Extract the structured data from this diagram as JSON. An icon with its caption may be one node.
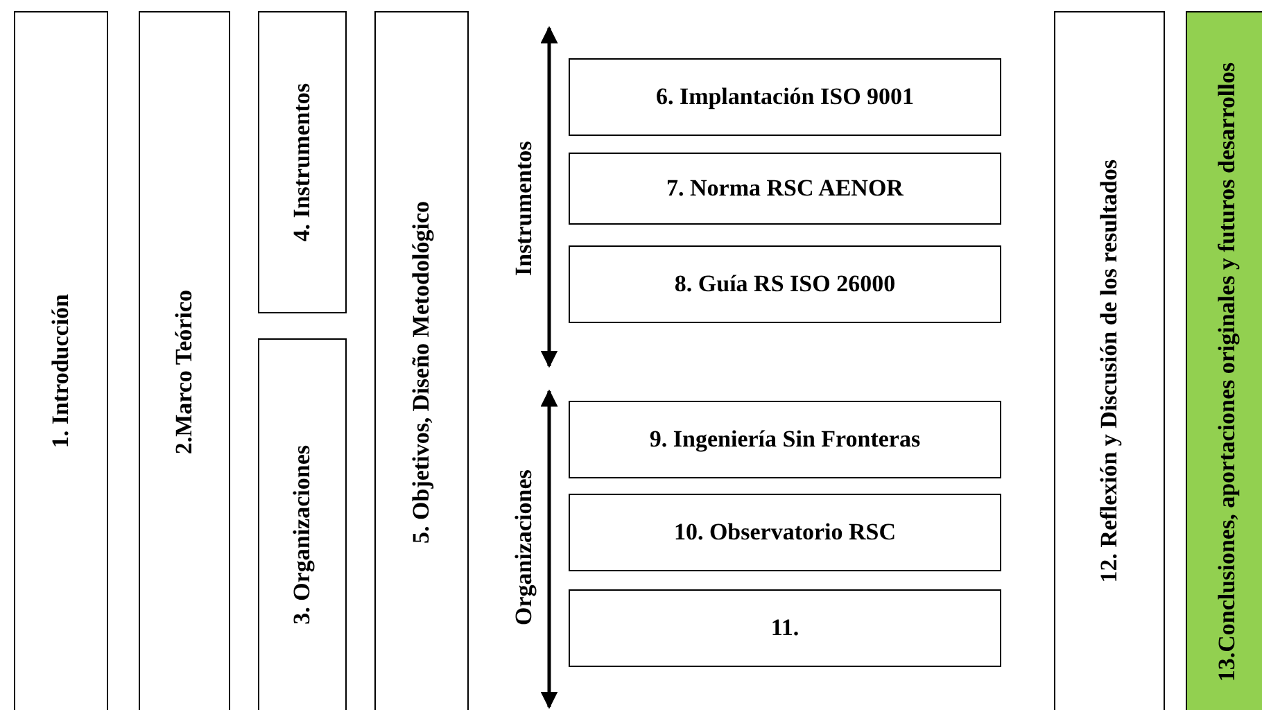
{
  "diagram": {
    "nodes": [
      {
        "text": [
          "1. Introducción"
        ]
      },
      {
        "text": [
          "2.Marco Teórico"
        ]
      },
      {
        "text": [
          "4. Instrumentos"
        ]
      },
      {
        "text": [
          "3. Organizaciones"
        ]
      },
      {
        "text": [
          "5. Objetivos, Diseño Metodológico"
        ]
      },
      {
        "text": [
          "6. Implantación ISO 9001"
        ]
      },
      {
        "text": [
          "7. Norma RSC AENOR"
        ]
      },
      {
        "text": [
          "8. Guía RS ISO 26000"
        ]
      },
      {
        "text": [
          "9. Ingeniería Sin Fronteras"
        ]
      },
      {
        "text": [
          "10. Observatorio RSC"
        ]
      },
      {
        "text": [
          "11."
        ]
      },
      {
        "text": [
          "12. Reflexión y Discusión de los resultados"
        ]
      },
      {
        "text": [
          "13.Conclusiones, aportaciones originales y futuros desarrollos"
        ]
      }
    ],
    "labels": [
      "Instrumentos",
      "Organizaciones"
    ]
  }
}
